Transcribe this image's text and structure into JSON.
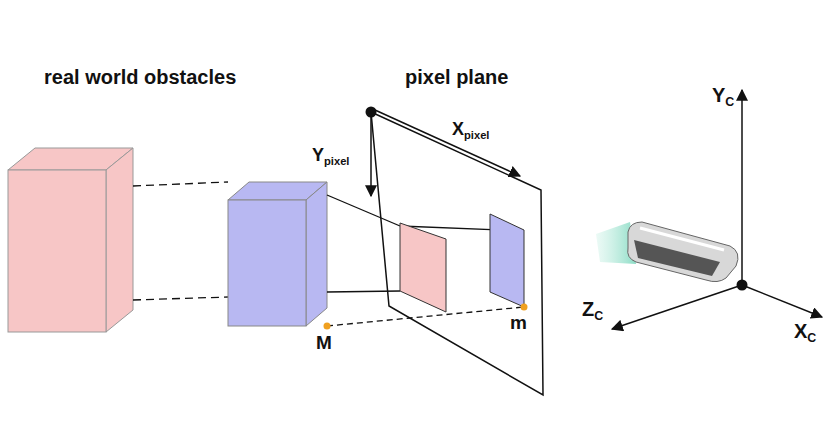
{
  "diagram": {
    "labels": [
      "real world obstacles",
      "pixel plane",
      "Xpixel",
      "Ypixel",
      "M",
      "m",
      "YC",
      "ZC",
      "XC"
    ]
  }
}
